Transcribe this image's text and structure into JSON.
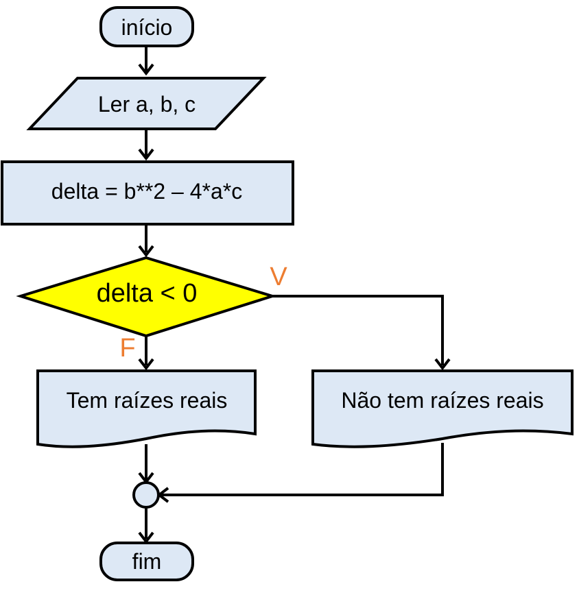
{
  "flowchart": {
    "start": "início",
    "input": "Ler a, b, c",
    "process": "delta = b**2 – 4*a*c",
    "decision": "delta < 0",
    "true_label": "V",
    "false_label": "F",
    "output_false": "Tem raízes reais",
    "output_true": "Não tem raízes reais",
    "end": "fim"
  },
  "colors": {
    "box_fill": "#dde8f5",
    "decision_fill": "#ffff00",
    "branch_label": "#ed7d31",
    "stroke": "#000000"
  }
}
